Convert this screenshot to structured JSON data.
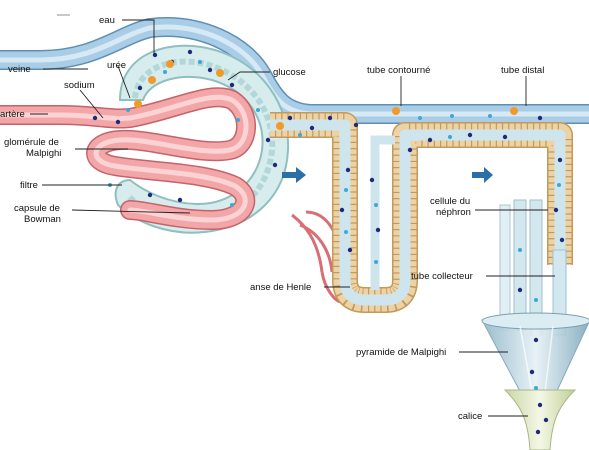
{
  "labels": {
    "eau": "eau",
    "veine": "veine",
    "uree": "urée",
    "sodium": "sodium",
    "glucose": "glucose",
    "tube_contourne": "tube contourné",
    "tube_distal": "tube distal",
    "artere": "artère",
    "glomerule_line1": "glomérule de",
    "glomerule_line2": "Malpighi",
    "filtre": "filtre",
    "capsule_line1": "capsule de",
    "capsule_line2": "Bowman",
    "cellule_line1": "cellule du",
    "cellule_line2": "néphron",
    "anse_de_henle": "anse de Henle",
    "tube_collecteur": "tube collecteur",
    "pyramide_de_malpighi": "pyramide de Malpighi",
    "calice": "calice"
  },
  "colors": {
    "vein_blue": "#a9cde6",
    "artery_pink": "#f2a6a8",
    "capsule_teal": "#cfe6e6",
    "cell_tan": "#ecd3a6",
    "lumen_blue": "#cfe5ee",
    "solute_navy": "#1e2a78",
    "solute_orange": "#f19a2c",
    "solute_cyan": "#3fa7d6",
    "flow_arrow": "#2b6fa8"
  }
}
